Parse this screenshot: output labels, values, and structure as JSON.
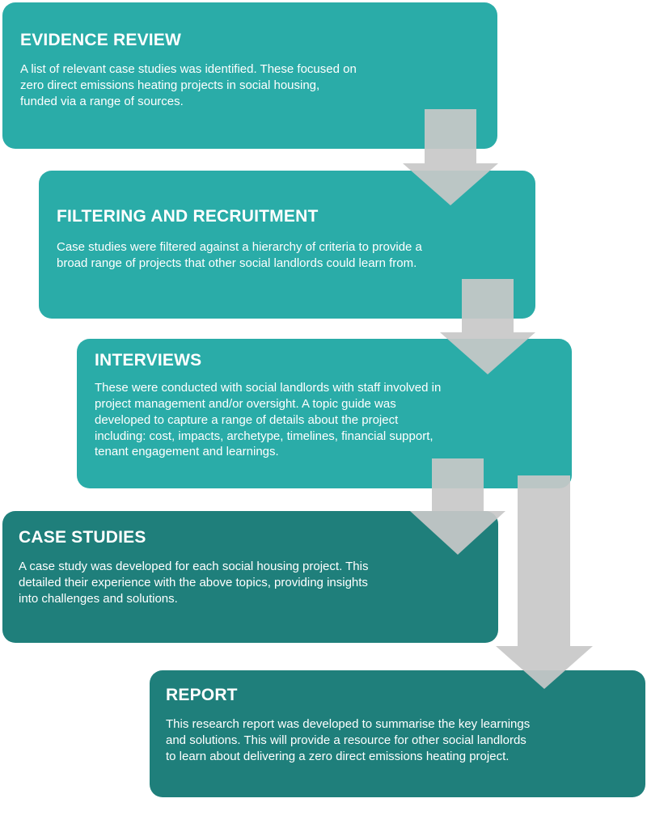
{
  "steps": [
    {
      "title": "EVIDENCE REVIEW",
      "text": "A list of relevant case studies was identified. These focused on zero direct emissions heating projects in social housing, funded via a range of sources."
    },
    {
      "title": "FILTERING AND RECRUITMENT",
      "text": "Case studies were filtered against a hierarchy of criteria to provide a broad range of projects that other social landlords could learn from."
    },
    {
      "title": "INTERVIEWS",
      "text": "These were conducted with social landlords with staff involved in project management and/or oversight. A topic guide was developed to capture a range of details about the project including: cost, impacts, archetype, timelines, financial support, tenant engagement and learnings."
    },
    {
      "title": "CASE STUDIES",
      "text": "A case study was developed for each social housing project. This detailed their experience with the above topics, providing insights into challenges and solutions."
    },
    {
      "title": "REPORT",
      "text": "This research report was developed to summarise the key learnings and solutions. This will provide a resource for other social landlords to learn about delivering a zero direct emissions heating project."
    }
  ],
  "colors": {
    "box_light": "#2aaca8",
    "box_dark": "#1f7f7b",
    "arrow": "#c8c8c8",
    "text": "#ffffff"
  }
}
